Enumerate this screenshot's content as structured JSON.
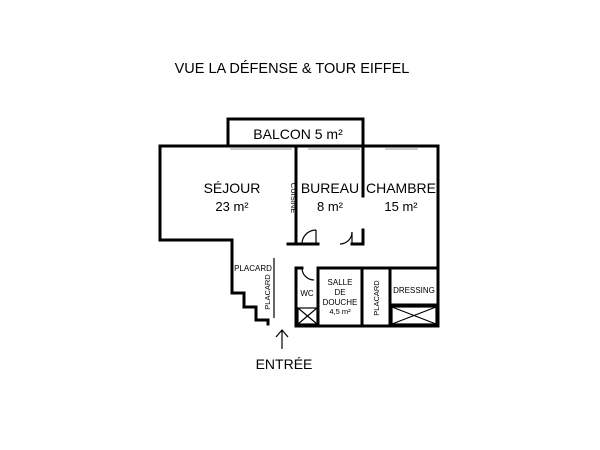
{
  "header": {
    "title": "VUE LA DÉFENSE & TOUR EIFFEL"
  },
  "rooms": {
    "balcon": {
      "label": "BALCON 5 m²"
    },
    "sejour": {
      "name": "SÉJOUR",
      "area": "23 m²"
    },
    "cuisine": {
      "label": "CUISINE"
    },
    "bureau": {
      "name": "BUREAU",
      "area": "8 m²"
    },
    "chambre": {
      "name": "CHAMBRE",
      "area": "15 m²"
    },
    "placard_hall_1": {
      "label": "PLACARD"
    },
    "placard_hall_2": {
      "label": "PLACARD"
    },
    "wc": {
      "label": "WC"
    },
    "salle_de_douche": {
      "line1": "SALLE",
      "line2": "DE",
      "line3": "DOUCHE",
      "area": "4,5 m²"
    },
    "placard_chambre": {
      "label": "PLACARD"
    },
    "dressing": {
      "label": "DRESSING"
    }
  },
  "entrance": {
    "label": "ENTRÉE",
    "icon": "up-arrow-icon"
  },
  "colors": {
    "walls": "#000000",
    "background": "#ffffff",
    "windows": "#9a9a9a"
  }
}
